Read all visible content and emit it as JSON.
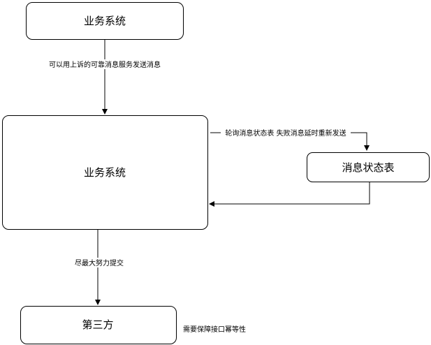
{
  "nodes": {
    "business_top": "业务系统",
    "business_main": "业务系统",
    "message_table": "消息状态表",
    "third_party": "第三方"
  },
  "edges": {
    "top_to_main": "可以用上诉的可靠消息服务发送消息",
    "main_to_table": "轮询消息状态表 失败消息延时重新发送",
    "main_to_third": "尽最大努力提交"
  },
  "notes": {
    "idempotent": "需要保障接口幂等性"
  }
}
